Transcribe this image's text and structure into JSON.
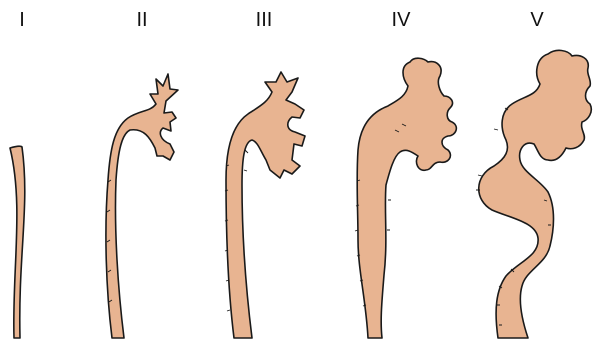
{
  "figure": {
    "stages": [
      {
        "label": "I"
      },
      {
        "label": "II"
      },
      {
        "label": "III"
      },
      {
        "label": "IV"
      },
      {
        "label": "V"
      }
    ],
    "colors": {
      "fill": "#e8b491",
      "outline": "#1a1a1a",
      "label": "#111111",
      "background": "#ffffff"
    }
  }
}
